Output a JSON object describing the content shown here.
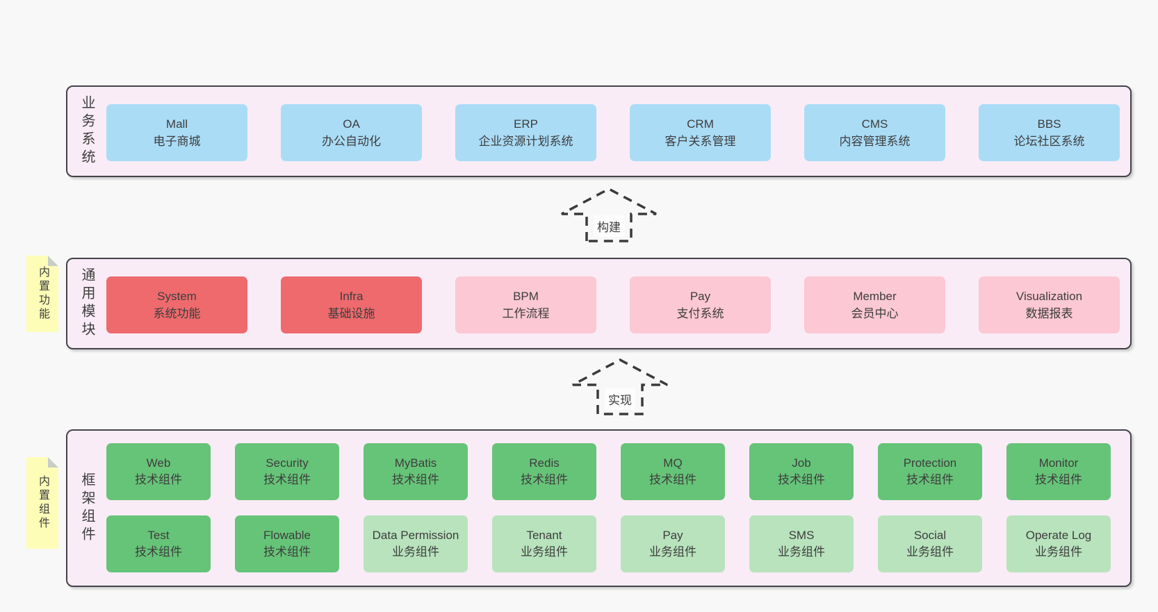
{
  "diagram": {
    "colors": {
      "blue": "#aadcf6",
      "red": "#ee6a6d",
      "pink": "#fbc8d3",
      "green": "#66c478",
      "lightgreen": "#b8e3bd",
      "container_bg": "#f9ecf6",
      "sticky_bg": "#fdfdb8",
      "sticky_fold": "#c9cdc9",
      "border": "#43434a",
      "text": "#3d3d3d"
    },
    "layers": [
      {
        "label": "业务系统",
        "sticky": null,
        "rows": [
          [
            {
              "name": "Mall",
              "subtitle": "电子商城",
              "variant": "blue"
            },
            {
              "name": "OA",
              "subtitle": "办公自动化",
              "variant": "blue"
            },
            {
              "name": "ERP",
              "subtitle": "企业资源计划系统",
              "variant": "blue"
            },
            {
              "name": "CRM",
              "subtitle": "客户关系管理",
              "variant": "blue"
            },
            {
              "name": "CMS",
              "subtitle": "内容管理系统",
              "variant": "blue"
            },
            {
              "name": "BBS",
              "subtitle": "论坛社区系统",
              "variant": "blue"
            }
          ]
        ]
      },
      {
        "label": "通用模块",
        "sticky": "内置功能",
        "rows": [
          [
            {
              "name": "System",
              "subtitle": "系统功能",
              "variant": "red"
            },
            {
              "name": "Infra",
              "subtitle": "基础设施",
              "variant": "red"
            },
            {
              "name": "BPM",
              "subtitle": "工作流程",
              "variant": "pink"
            },
            {
              "name": "Pay",
              "subtitle": "支付系统",
              "variant": "pink"
            },
            {
              "name": "Member",
              "subtitle": "会员中心",
              "variant": "pink"
            },
            {
              "name": "Visualization",
              "subtitle": "数据报表",
              "variant": "pink"
            }
          ]
        ]
      },
      {
        "label": "框架组件",
        "sticky": "内置组件",
        "rows": [
          [
            {
              "name": "Web",
              "subtitle": "技术组件",
              "variant": "green"
            },
            {
              "name": "Security",
              "subtitle": "技术组件",
              "variant": "green"
            },
            {
              "name": "MyBatis",
              "subtitle": "技术组件",
              "variant": "green"
            },
            {
              "name": "Redis",
              "subtitle": "技术组件",
              "variant": "green"
            },
            {
              "name": "MQ",
              "subtitle": "技术组件",
              "variant": "green"
            },
            {
              "name": "Job",
              "subtitle": "技术组件",
              "variant": "green"
            },
            {
              "name": "Protection",
              "subtitle": "技术组件",
              "variant": "green"
            },
            {
              "name": "Monitor",
              "subtitle": "技术组件",
              "variant": "green"
            }
          ],
          [
            {
              "name": "Test",
              "subtitle": "技术组件",
              "variant": "green"
            },
            {
              "name": "Flowable",
              "subtitle": "技术组件",
              "variant": "green"
            },
            {
              "name": "Data Permission",
              "subtitle": "业务组件",
              "variant": "lightgreen"
            },
            {
              "name": "Tenant",
              "subtitle": "业务组件",
              "variant": "lightgreen"
            },
            {
              "name": "Pay",
              "subtitle": "业务组件",
              "variant": "lightgreen"
            },
            {
              "name": "SMS",
              "subtitle": "业务组件",
              "variant": "lightgreen"
            },
            {
              "name": "Social",
              "subtitle": "业务组件",
              "variant": "lightgreen"
            },
            {
              "name": "Operate Log",
              "subtitle": "业务组件",
              "variant": "lightgreen"
            }
          ]
        ]
      }
    ],
    "arrows": [
      {
        "label": "构建"
      },
      {
        "label": "实现"
      }
    ]
  }
}
